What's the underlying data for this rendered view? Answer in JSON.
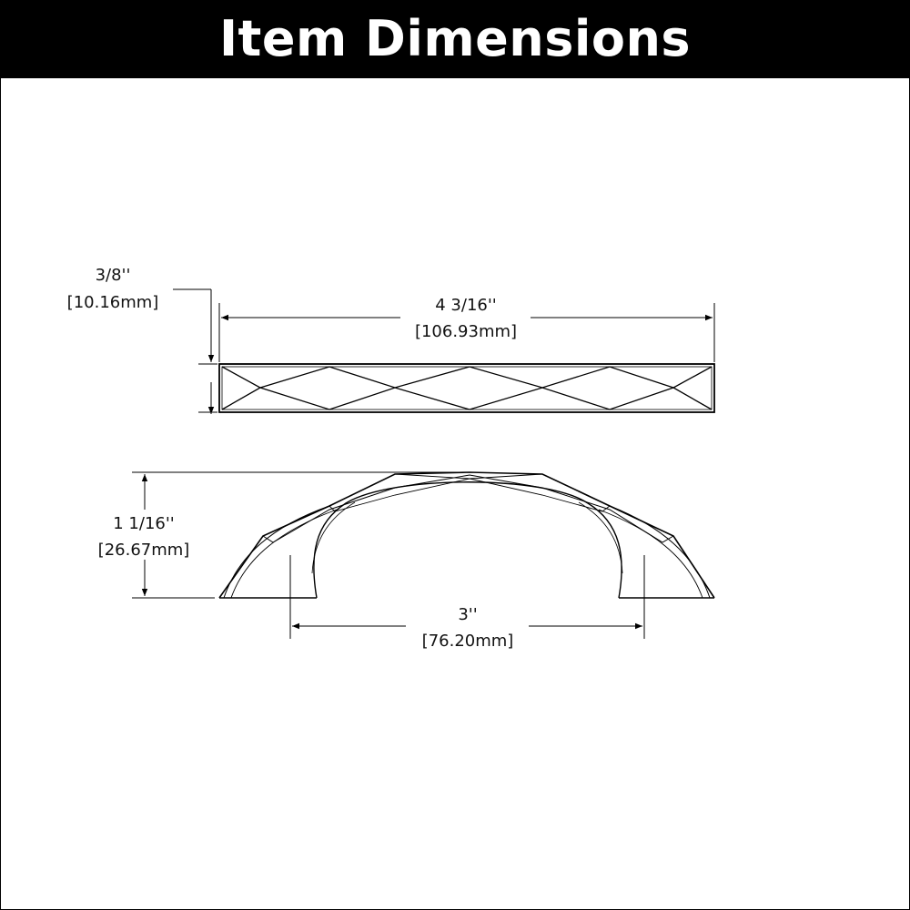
{
  "header": {
    "title": "Item Dimensions"
  },
  "dimensions": {
    "thickness": {
      "imperial": "3/8''",
      "metric": "[10.16mm]"
    },
    "length": {
      "imperial": "4 3/16''",
      "metric": "[106.93mm]"
    },
    "height": {
      "imperial": "1 1/16''",
      "metric": "[26.67mm]"
    },
    "center_to_center": {
      "imperial": "3''",
      "metric": "[76.20mm]"
    }
  },
  "colors": {
    "header_bg": "#000000",
    "header_text": "#ffffff",
    "line": "#000000"
  }
}
